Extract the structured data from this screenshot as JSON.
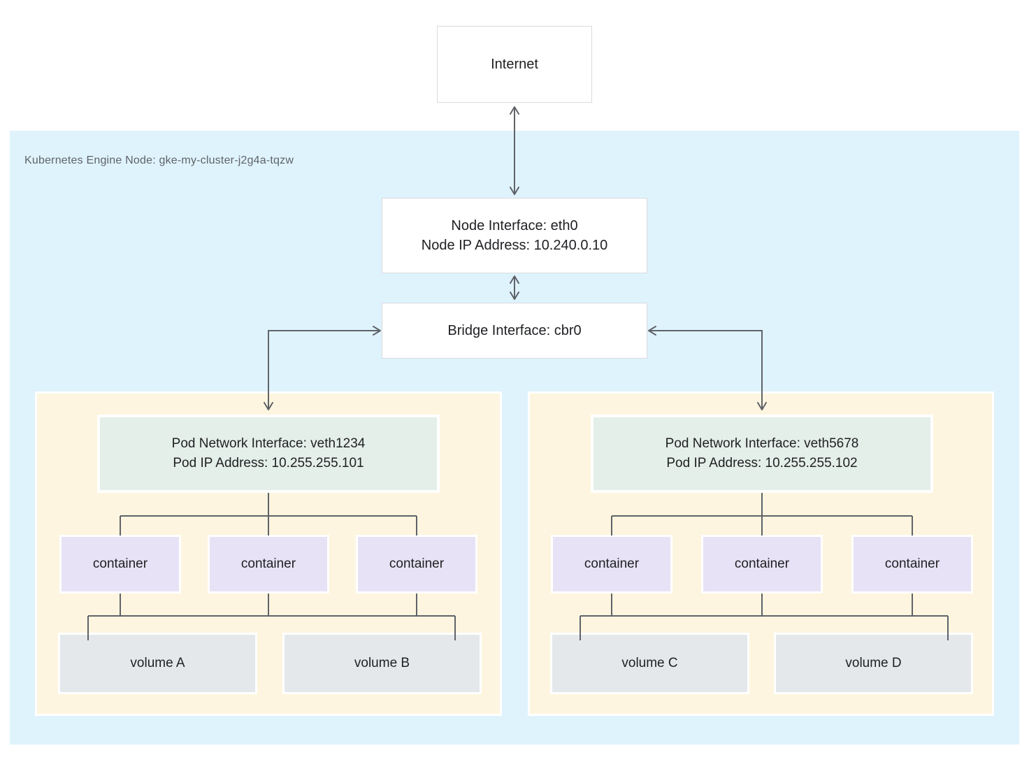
{
  "internet": {
    "label": "Internet"
  },
  "node": {
    "label": "Kubernetes Engine Node: gke-my-cluster-j2g4a-tqzw",
    "interface_line1": "Node Interface: eth0",
    "interface_line2": "Node IP Address: 10.240.0.10",
    "bridge_label": "Bridge Interface: cbr0"
  },
  "pods": [
    {
      "interface_line1": "Pod Network Interface: veth1234",
      "interface_line2": "Pod IP Address: 10.255.255.101",
      "containers": [
        "container",
        "container",
        "container"
      ],
      "volumes": [
        "volume A",
        "volume B"
      ]
    },
    {
      "interface_line1": "Pod Network Interface: veth5678",
      "interface_line2": "Pod IP Address: 10.255.255.102",
      "containers": [
        "container",
        "container",
        "container"
      ],
      "volumes": [
        "volume C",
        "volume D"
      ]
    }
  ],
  "colors": {
    "node_bg": "#dff3fd",
    "pod_bg": "#fdf5df",
    "pod_interface_bg": "#e4efe9",
    "container_bg": "#e7e2f5",
    "volume_bg": "#e4e8ea",
    "line": "#5f6368",
    "text": "#202124",
    "muted_text": "#5f6368",
    "box_border": "#d9dbde"
  }
}
